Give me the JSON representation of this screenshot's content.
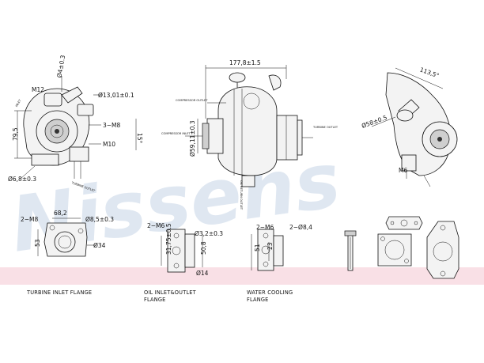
{
  "brand": {
    "watermark": "Nissens",
    "watermark_color": "#dfe7f1",
    "band_color": "#f9e0e6"
  },
  "left_view": {
    "dims": {
      "d_top": "Ø4±0.3",
      "m12": "M12",
      "d13": "Ø13,01±0.1",
      "h795": "79,5",
      "m8": "3−M8",
      "m10": "M10",
      "v15": "15°",
      "d68": "Ø6,8±0.3"
    },
    "notes": {
      "inlet": "INLET",
      "turbine_outlet": "TURBINE OUTLET"
    }
  },
  "center_view": {
    "dims": {
      "w177": "177,8±1.5",
      "d59": "Ø59,11±0.3"
    },
    "notes": {
      "compressor_outlet": "COMPRESSOR OUTLET",
      "compressor_inlet": "COMPRESSOR INLET",
      "turbine_outlet": "TURBINE OUTLET",
      "oil_return": "OIL RETURN OUTLET"
    }
  },
  "right_view": {
    "dims": {
      "angle": "113,5°",
      "d58": "Ø58±0.5",
      "m6": "M6"
    }
  },
  "turbine_flange": {
    "dims": {
      "m8": "2−M8",
      "w682": "68,2",
      "d85": "Ø8,5±0.3",
      "h53": "53",
      "d34": "Ø34"
    },
    "caption": "TURBINE INLET FLANGE"
  },
  "oil_flange": {
    "dims": {
      "m6": "2−M6",
      "d32": "Ø3,2±0.3",
      "h3175": "31,75±0.5",
      "h508": "50,8",
      "d14": "Ø14"
    },
    "caption_line1": "OIL INLET&OUTLET",
    "caption_line2": "FLANGE"
  },
  "water_flange": {
    "dims": {
      "m6": "2−M6",
      "d84": "2−Ø8,4",
      "h51": "51",
      "h23": "23"
    },
    "caption_line1": "WATER COOLING",
    "caption_line2": "FLANGE"
  }
}
